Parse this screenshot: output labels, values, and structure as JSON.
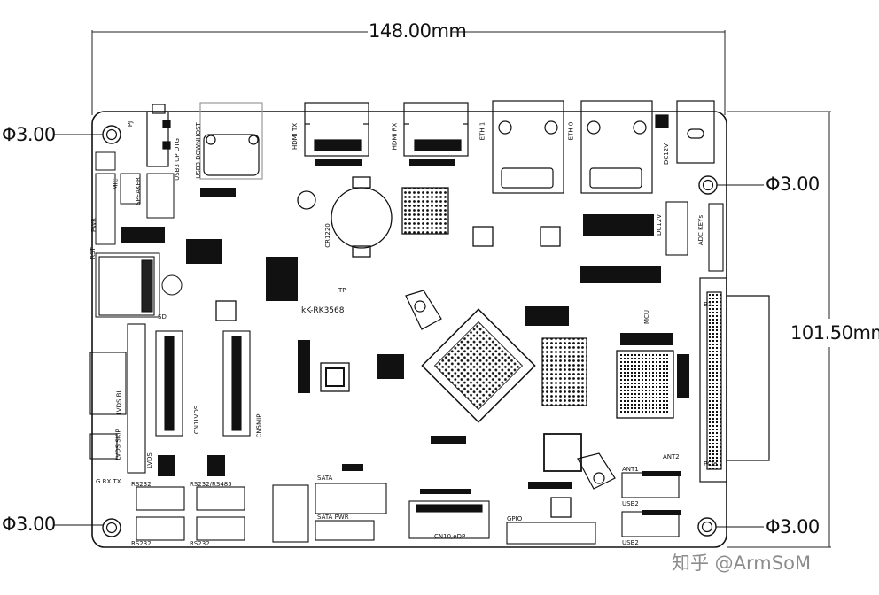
{
  "dimensions": {
    "width": "148.00mm",
    "height": "101.50mm",
    "hole_top_left": "Φ3.00",
    "hole_top_right": "Φ3.00",
    "hole_bottom_left": "Φ3.00",
    "hole_bottom_right": "Φ3.00"
  },
  "board_name": "kK-RK3568",
  "labels": {
    "hdmi_tx": "HDMI TX",
    "hdmi_rx": "HDMI RX",
    "eth1": "ETH 1",
    "eth0": "ETH 0",
    "dc12v_top": "DC12V",
    "dc12v_mid": "DC12V",
    "adc_keys": "ADC KEYs",
    "usb3_up_otg": "USB3 UP OTG",
    "usb3_down_host": "USB3 DOWNHOST",
    "pj": "PJ",
    "mic": "MIC",
    "speaker": "SPEAKER",
    "rst": "RST",
    "pwr": "PWR",
    "sd": "SD",
    "cr1220": "CR1220",
    "tp": "TP",
    "lvds_bl": "LVDS BL",
    "lvds_skip": "LVDS SKIP",
    "lvds": "LVDS",
    "cn1_lvds": "CN1LVDS",
    "cn5_mipi": "CN5MIPI",
    "g_rx_tx": "G RX TX",
    "rs232_a": "RS232",
    "rs232_rs485": "RS232/RS485",
    "rs232_b": "RS232",
    "rs232_c": "RS232",
    "sata": "SATA",
    "sata_pwr": "SATA PWR",
    "cn10_edp": "CN10,eDP",
    "gpio": "GPIO",
    "ant1": "ANT1",
    "ant2": "ANT2",
    "usb2_a": "USB2",
    "usb2_b": "USB2",
    "pcie": "PCIe",
    "mcu": "MCU",
    "b1": "B1"
  },
  "watermark": "知乎 @ArmSoM"
}
